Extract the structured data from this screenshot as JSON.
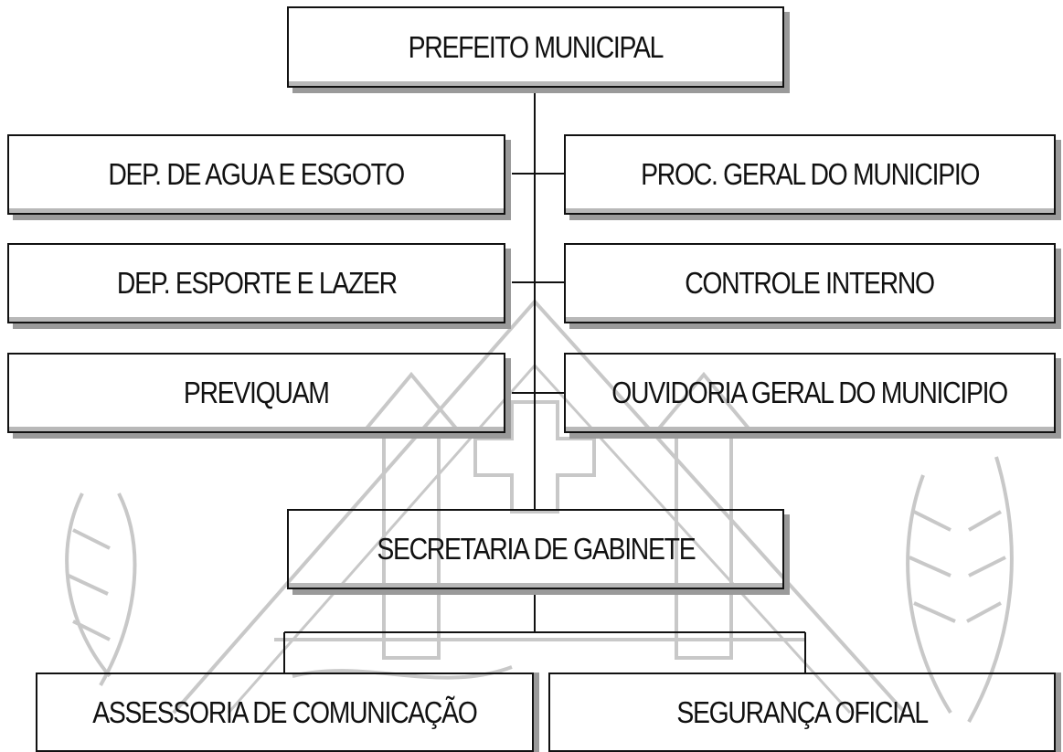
{
  "org_chart": {
    "top": "PREFEITO MUNICIPAL",
    "left_units": [
      "DEP. DE AGUA E ESGOTO",
      "DEP. ESPORTE E LAZER",
      "PREVIQUAM"
    ],
    "right_units": [
      "PROC. GERAL DO MUNICIPIO",
      "CONTROLE INTERNO",
      "OUVIDORIA GERAL DO MUNICIPIO"
    ],
    "secretariat": "SECRETARIA DE GABINETE",
    "subunits": [
      "ASSESSORIA DE COMUNICAÇÃO",
      "SEGURANÇA OFICIAL"
    ]
  },
  "colors": {
    "box_border": "#111111",
    "box_shadow": "#9a9a9a",
    "connector": "#111111",
    "watermark": "#c8c8c8"
  }
}
